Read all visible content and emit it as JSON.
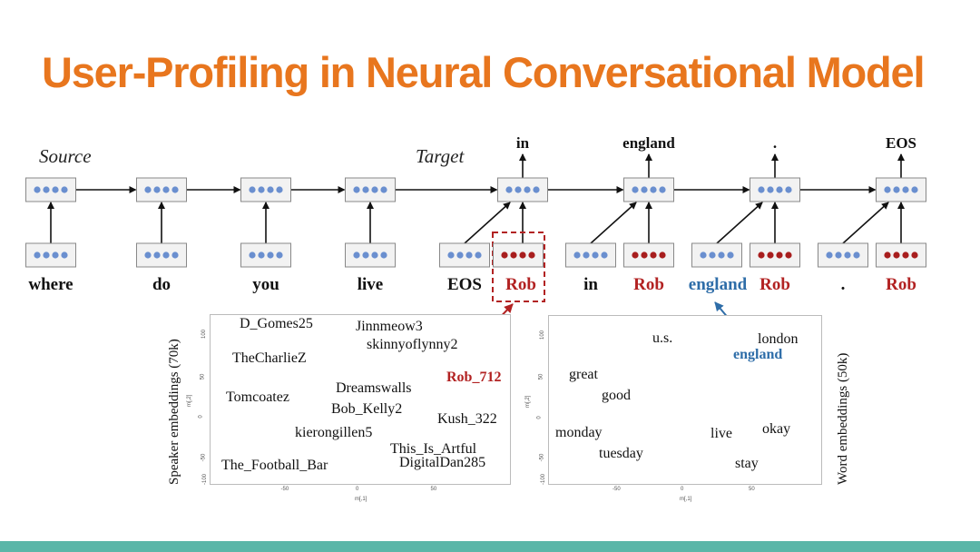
{
  "title": "User-Profiling in Neural Conversational Model",
  "colors": {
    "title": "#e8761e",
    "speaker_red": "#b22222",
    "word_blue": "#2e6da8",
    "bar": "#5ab6a8",
    "blue_dot": "#6a8fcf",
    "red_dot": "#a81e1e"
  },
  "diagram": {
    "source_label": "Source",
    "target_label": "Target",
    "input_words": [
      "where",
      "do",
      "you",
      "live",
      "EOS",
      "Rob",
      "in",
      "Rob",
      "england",
      "Rob",
      ".",
      "Rob"
    ],
    "output_words": [
      "in",
      "england",
      ".",
      "EOS"
    ]
  },
  "speaker_plot": {
    "axis_title": "Speaker embeddings (70k)",
    "ylabel": "m[,2]",
    "xlabel": "m[,1]",
    "xticks": [
      "-50",
      "0",
      "50"
    ],
    "yticks": [
      "100",
      "50",
      "0",
      "-50",
      "-100"
    ],
    "points": [
      "D_Gomes25",
      "Jinnmeow3",
      "skinnyoflynny2",
      "TheCharlieZ",
      "Rob_712",
      "Dreamswalls",
      "Tomcoatez",
      "Bob_Kelly2",
      "Kush_322",
      "kierongillen5",
      "This_Is_Artful",
      "The_Football_Bar",
      "DigitalDan285"
    ]
  },
  "word_plot": {
    "axis_title": "Word embeddings (50k)",
    "ylabel": "m[,2]",
    "xlabel": "m[,1]",
    "xticks": [
      "-50",
      "0",
      "50"
    ],
    "yticks": [
      "100",
      "50",
      "0",
      "-50",
      "-100"
    ],
    "points": [
      "u.s.",
      "london",
      "england",
      "great",
      "good",
      "monday",
      "live",
      "okay",
      "tuesday",
      "stay"
    ]
  }
}
